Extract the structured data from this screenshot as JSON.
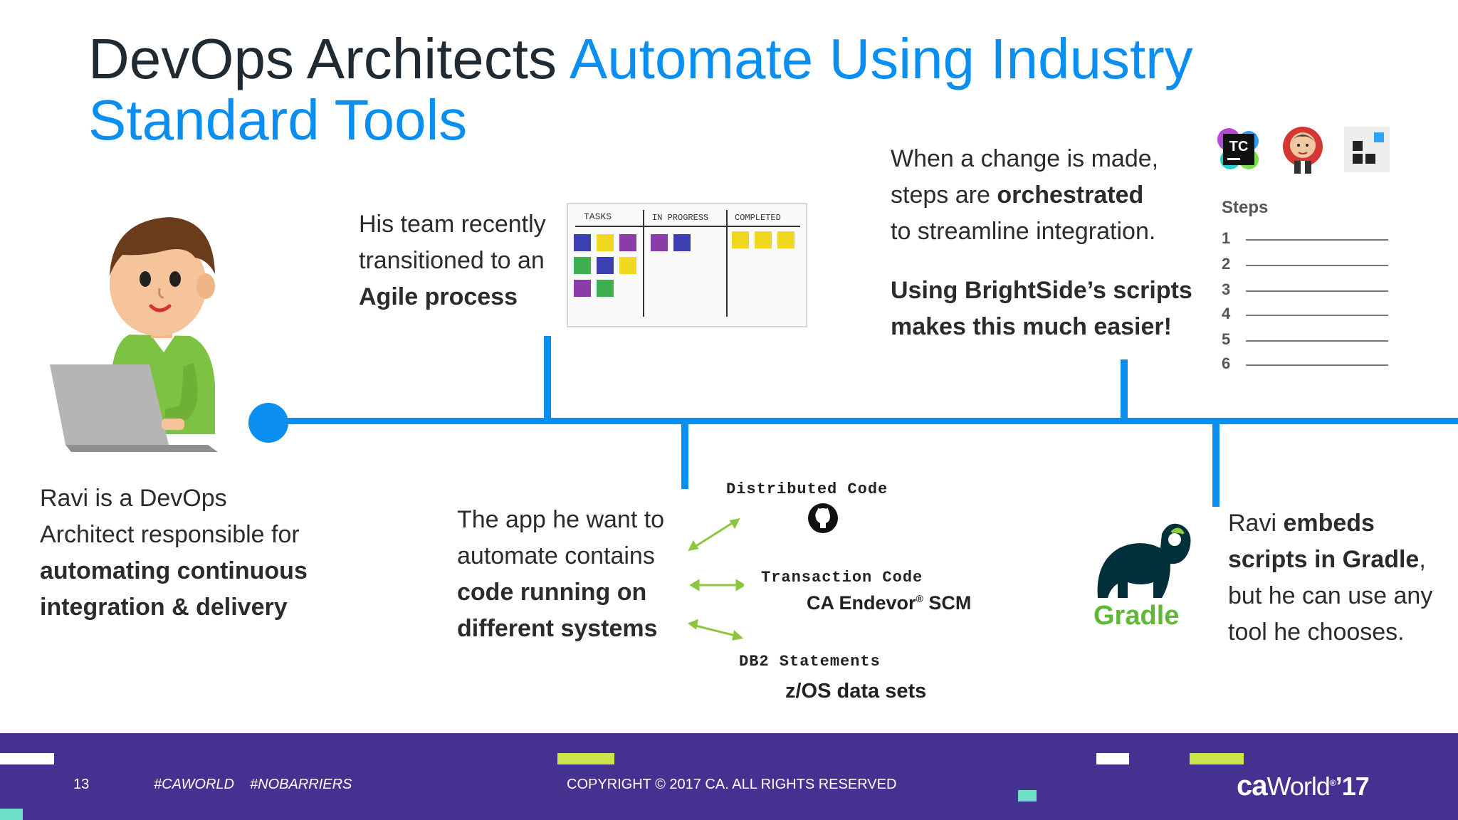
{
  "title": {
    "dark": "DevOps Architects",
    "blue": "Automate Using Industry Standard Tools"
  },
  "ravi_intro": {
    "line1": "Ravi is a DevOps",
    "line2": "Architect responsible for",
    "line3": "automating continuous",
    "line4": "integration & delivery"
  },
  "agile": {
    "line1": "His team recently",
    "line2": "transitioned to an",
    "line3": "Agile process"
  },
  "board": {
    "col1": "TASKS",
    "col2": "IN PROGRESS",
    "col3": "COMPLETED"
  },
  "orchestrate": {
    "line1": "When a change is made,",
    "line2_a": "steps are ",
    "line2_b": "orchestrated",
    "line3": "to streamline integration.",
    "line4": "Using BrightSide’s scripts",
    "line5": "makes this much easier!"
  },
  "steps": {
    "header": "Steps",
    "items": [
      "1",
      "2",
      "3",
      "4",
      "5",
      "6"
    ]
  },
  "tools": {
    "teamcity_label": "TC"
  },
  "app": {
    "line1": "The app he want to",
    "line2": "automate contains",
    "line3": "code running on",
    "line4": "different systems"
  },
  "systems": {
    "distributed": "Distributed Code",
    "transaction": "Transaction Code",
    "endevor": "CA Endevor",
    "endevor_reg": "®",
    "endevor_scm": " SCM",
    "db2": "DB2 Statements",
    "zos": "z/OS data sets"
  },
  "gradle": {
    "logo_text": "Gradle",
    "line1_a": "Ravi ",
    "line1_b": "embeds",
    "line2": "scripts in Gradle",
    "line2_end": ",",
    "line3": "but he can use any",
    "line4": "tool he chooses."
  },
  "footer": {
    "page_number": "13",
    "hashtag1": "#CAWORLD",
    "hashtag2": "#NOBARRIERS",
    "copyright": "COPYRIGHT © 2017 CA. ALL RIGHTS RESERVED",
    "brand_ca": "ca",
    "brand_world": "World",
    "brand_tm": "®",
    "brand_year": "’17"
  },
  "colors": {
    "accent_blue": "#0a8ff0",
    "footer_purple": "#45318f",
    "footer_lime": "#c8e64a",
    "footer_mint": "#6ee0c8",
    "person_shirt": "#7dc242"
  }
}
